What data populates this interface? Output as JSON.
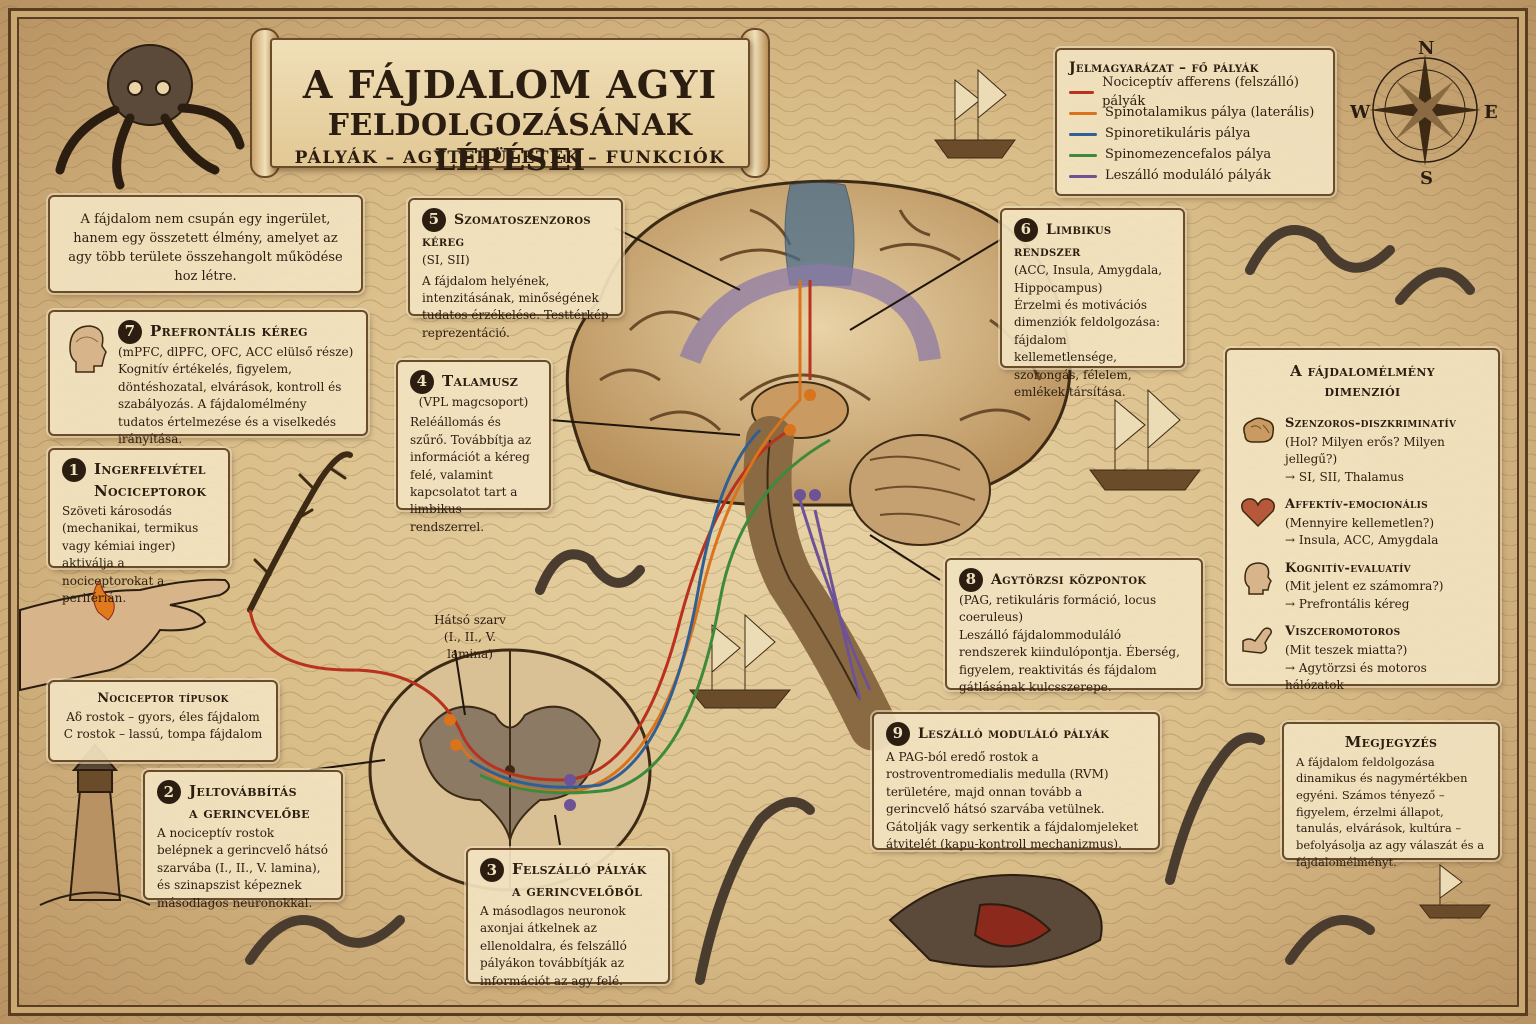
{
  "title": {
    "line1": "A FÁJDALOM AGYI",
    "line2": "FELDOLGOZÁSÁNAK LÉPÉSEI",
    "subtitle": "PÁLYÁK – AGYTERÜLETEK – FUNKCIÓK"
  },
  "intro": "A fájdalom nem csupán egy ingerület, hanem egy összetett élmény, amelyet az agy több területe összehangolt működése hoz létre.",
  "compass": {
    "n": "N",
    "s": "S",
    "w": "W",
    "e": "E"
  },
  "legend": {
    "title": "Jelmagyarázat – fő pályák",
    "items": [
      {
        "label": "Nociceptív afferens (felszálló) pályák",
        "color": "#b8321e"
      },
      {
        "label": "Spinotalamikus pálya (laterális)",
        "color": "#d9731c"
      },
      {
        "label": "Spinoretikuláris pálya",
        "color": "#2f5f93"
      },
      {
        "label": "Spinomezencefalos pálya",
        "color": "#3d8a3a"
      },
      {
        "label": "Leszálló moduláló pályák",
        "color": "#6d5396"
      }
    ]
  },
  "steps": [
    {
      "num": "1",
      "title": "Ingerfelvétel",
      "title2": "Nociceptorok",
      "text": "Szöveti károsodás (mechanikai, termikus vagy kémiai inger) aktiválja a nociceptorokat a periférián."
    },
    {
      "num": "2",
      "title": "Jeltovábbítás",
      "title2": "a gerincvelőbe",
      "text": "A nociceptív rostok belépnek a gerincvelő hátsó szarvába (I., II., V. lamina), és szinapszist képeznek másodlagos neuronokkal."
    },
    {
      "num": "3",
      "title": "Felszálló pályák",
      "title2": "a gerincvelőből",
      "text": "A másodlagos neuronok axonjai átkelnek az ellenoldalra, és felszálló pályákon továbbítják az információt az agy felé."
    },
    {
      "num": "4",
      "title": "Talamusz",
      "title2": "(VPL magcsoport)",
      "text": "Reléállomás és szűrő. Továbbítja az információt a kéreg felé, valamint kapcsolatot tart a limbikus rendszerrel."
    },
    {
      "num": "5",
      "title": "Szomatoszenzoros kéreg",
      "title2": "(SI, SII)",
      "text": "A fájdalom helyének, intenzitásának, minőségének tudatos érzékelése. Testtérkép reprezentáció."
    },
    {
      "num": "6",
      "title": "Limbikus rendszer",
      "title2": "(ACC, Insula, Amygdala, Hippocampus)",
      "text": "Érzelmi és motivációs dimenziók feldolgozása: fájdalom kellemetlensége, szorongás, félelem, emlékek társítása."
    },
    {
      "num": "7",
      "title": "Prefrontális kéreg",
      "title2": "(mPFC, dlPFC, OFC, ACC elülső része)",
      "text": "Kognitív értékelés, figyelem, döntéshozatal, elvárások, kontroll és szabályozás. A fájdalomélmény tudatos értelmezése és a viselkedés irányítása."
    },
    {
      "num": "8",
      "title": "Agytörzsi központok",
      "title2": "(PAG, retikuláris formáció, locus coeruleus)",
      "text": "Leszálló fájdalommoduláló rendszerek kiindulópontja. Éberség, figyelem, reaktivitás és fájdalom gátlásának kulcsszerepe."
    },
    {
      "num": "9",
      "title": "Leszálló moduláló pályák",
      "title2": "",
      "text": "A PAG-ból eredő rostok a rostroventromedialis medulla (RVM) területére, majd onnan tovább a gerincvelő hátsó szarvába vetülnek. Gátolják vagy serkentik a fájdalomjeleket átvitelét (kapu-kontroll mechanizmus)."
    }
  ],
  "nociceptor_types": {
    "title": "Nociceptor típusok",
    "a": "Aδ rostok – gyors, éles fájdalom",
    "c": "C rostok – lassú, tompa fájdalom"
  },
  "dorsal_horn": {
    "line1": "Hátsó szarv",
    "line2": "(I., II., V. lamina)"
  },
  "dimensions": {
    "title": "A fájdalomélmény dimenziói",
    "items": [
      {
        "name": "Szenzoros-diszkriminatív",
        "q": "(Hol? Milyen erős? Milyen jellegű?)",
        "a": "→ SI, SII, Thalamus",
        "icon": "brain-icon"
      },
      {
        "name": "Affektív-emocionális",
        "q": "(Mennyire kellemetlen?)",
        "a": "→ Insula, ACC, Amygdala",
        "icon": "heart-icon"
      },
      {
        "name": "Kognitív-evaluatív",
        "q": "(Mit jelent ez számomra?)",
        "a": "→ Prefrontális kéreg",
        "icon": "head-icon"
      },
      {
        "name": "Viszceromotoros",
        "q": "(Mit teszek miatta?)",
        "a": "→ Agytörzsi és motoros hálózatok",
        "icon": "arm-icon"
      }
    ]
  },
  "note": {
    "title": "Megjegyzés",
    "text": "A fájdalom feldolgozása dinamikus és nagymértékben egyéni. Számos tényező – figyelem, érzelmi állapot, tanulás, elvárások, kultúra – befolyásolja az agy válaszát és a fájdalomélményt."
  }
}
